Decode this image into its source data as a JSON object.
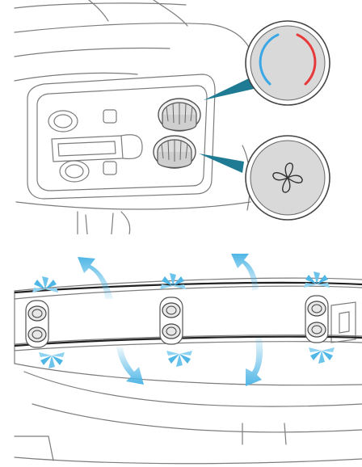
{
  "figure": {
    "top_panel": {
      "dials": [
        {
          "kind": "temperature",
          "icon": "temperature-arc-icon",
          "colors": {
            "cold": "#3aa7e6",
            "hot": "#e8393a"
          }
        },
        {
          "kind": "fan",
          "icon": "fan-icon"
        }
      ],
      "callout_color": "#1f7a93"
    },
    "bottom_panel": {
      "vent_units": 3,
      "airflow_color": "#4fb6e6"
    }
  }
}
